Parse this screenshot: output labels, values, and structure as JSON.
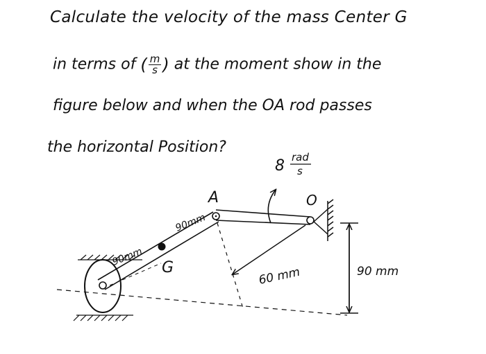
{
  "problem": {
    "line1": "Calculate the velocity of the mass Center G",
    "line2_before": "in terms of",
    "unit_num": "m",
    "unit_den": "s",
    "line2_after": "at the moment show in the",
    "line3": "figure below and when the OA rod passes",
    "line4": "the horizontal Position?"
  },
  "diagram": {
    "label_A": "A",
    "label_O": "O",
    "label_G": "G",
    "omega_value": "8",
    "omega_unit_num": "rad",
    "omega_unit_den": "s",
    "dim_AB": "90mm",
    "dim_BG": "90mm",
    "dim_OA": "60 mm",
    "dim_height": "90 mm"
  }
}
